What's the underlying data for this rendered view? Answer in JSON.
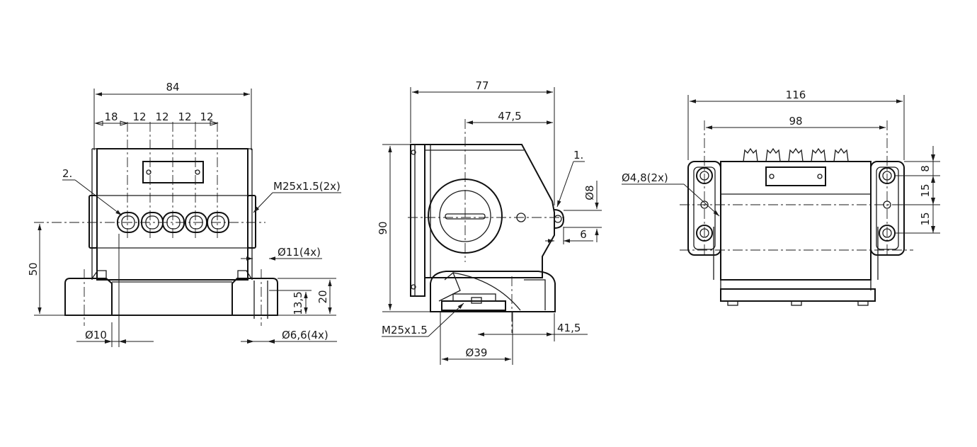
{
  "front_view": {
    "width_total": "84",
    "pitch_first": "18",
    "pitch_1": "12",
    "pitch_2": "12",
    "pitch_3": "12",
    "pitch_4": "12",
    "callout_2": "2.",
    "thread_side": "M25x1.5(2x)",
    "height_axis": "50",
    "hole_11": "Ø11(4x)",
    "base_height": "20",
    "base_step": "13,5",
    "dia_10": "Ø10",
    "hole_66": "Ø6,6(4x)"
  },
  "side_view": {
    "width_total": "77",
    "offset_475": "47,5",
    "height_total": "90",
    "callout_1": "1.",
    "dia_8": "Ø8",
    "offset_6": "6",
    "thread_bottom": "M25x1.5",
    "offset_415": "41,5",
    "dia_39": "Ø39"
  },
  "top_view": {
    "width_total": "116",
    "width_inner": "98",
    "hole_48": "Ø4,8(2x)",
    "v_8": "8",
    "v_15a": "15",
    "v_15b": "15"
  }
}
